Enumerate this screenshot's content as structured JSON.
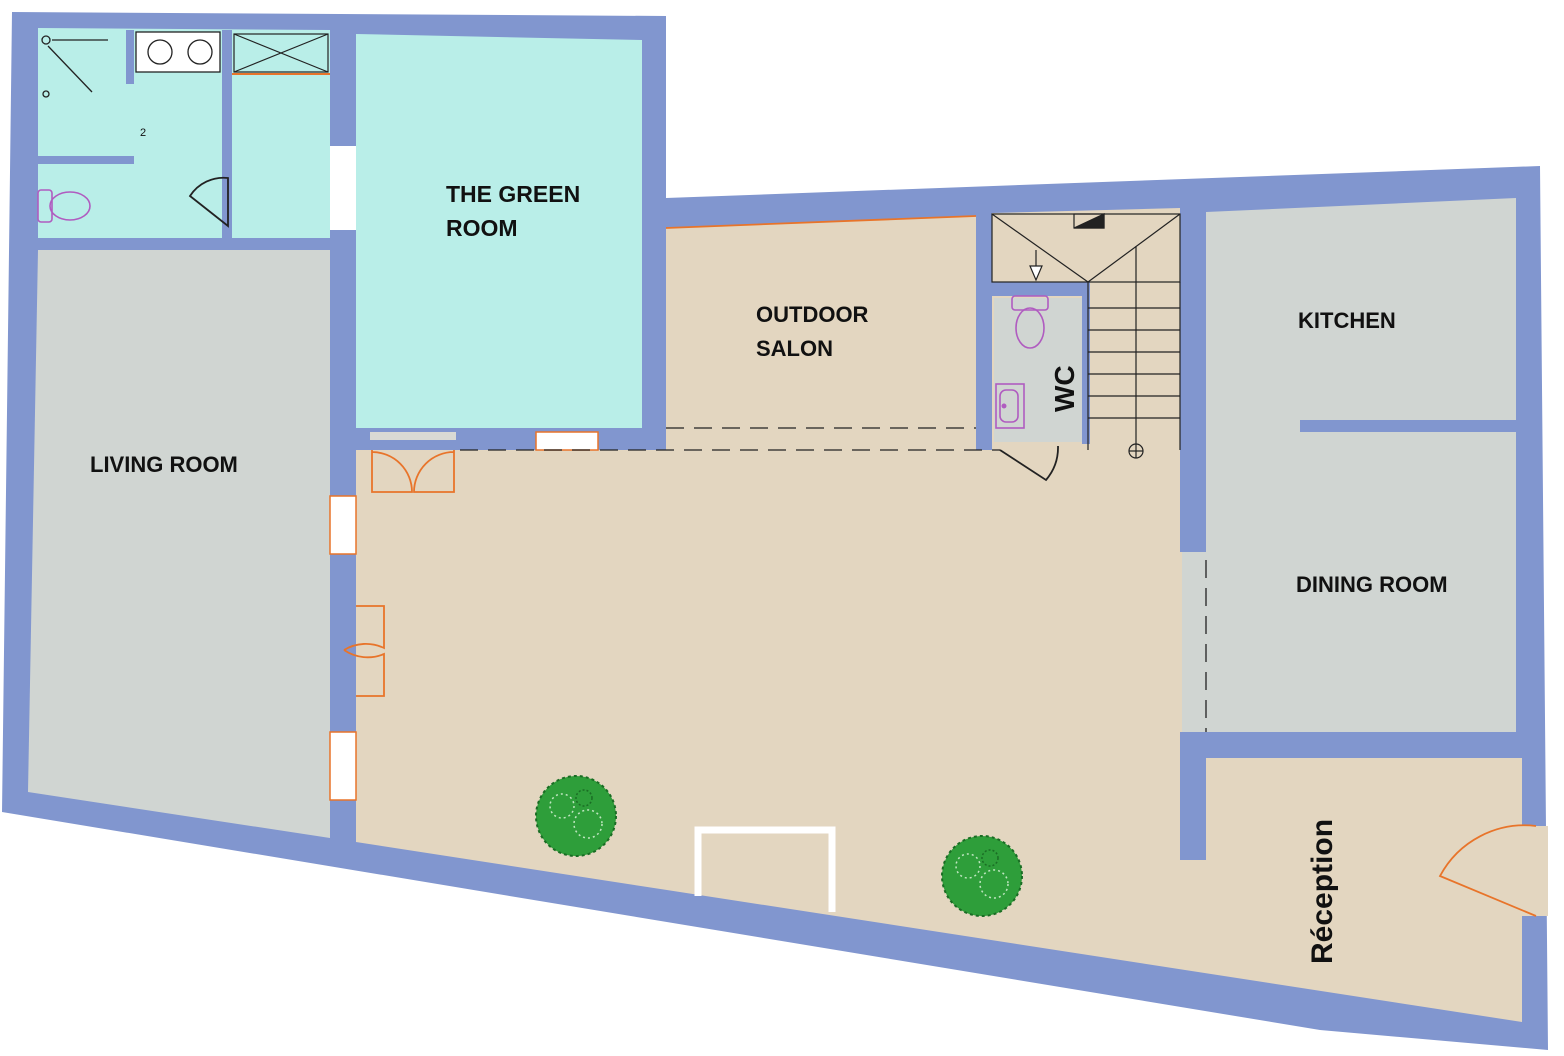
{
  "colors": {
    "wall": "#8196cf",
    "patio": "#e3d6c0",
    "green_room": "#b9eee8",
    "grey_room": "#d0d5d2",
    "door": "#e8742a",
    "fixture": "#b05cc0",
    "plant": "#2e9e3a",
    "line": "#222222"
  },
  "rooms": {
    "green_room": [
      "THE GREEN",
      "ROOM"
    ],
    "outdoor_salon": [
      "OUTDOOR",
      "SALON"
    ],
    "kitchen": "KITCHEN",
    "living_room": "LIVING ROOM",
    "dining_room": "DINING ROOM",
    "wc": "WC",
    "reception": "Réception"
  },
  "bathroom_marker": "2",
  "icons": [
    "toilet-icon",
    "sink-icon",
    "shower-icon",
    "washing-machine-icon",
    "plant-icon",
    "door-swing-icon",
    "staircase-icon"
  ]
}
